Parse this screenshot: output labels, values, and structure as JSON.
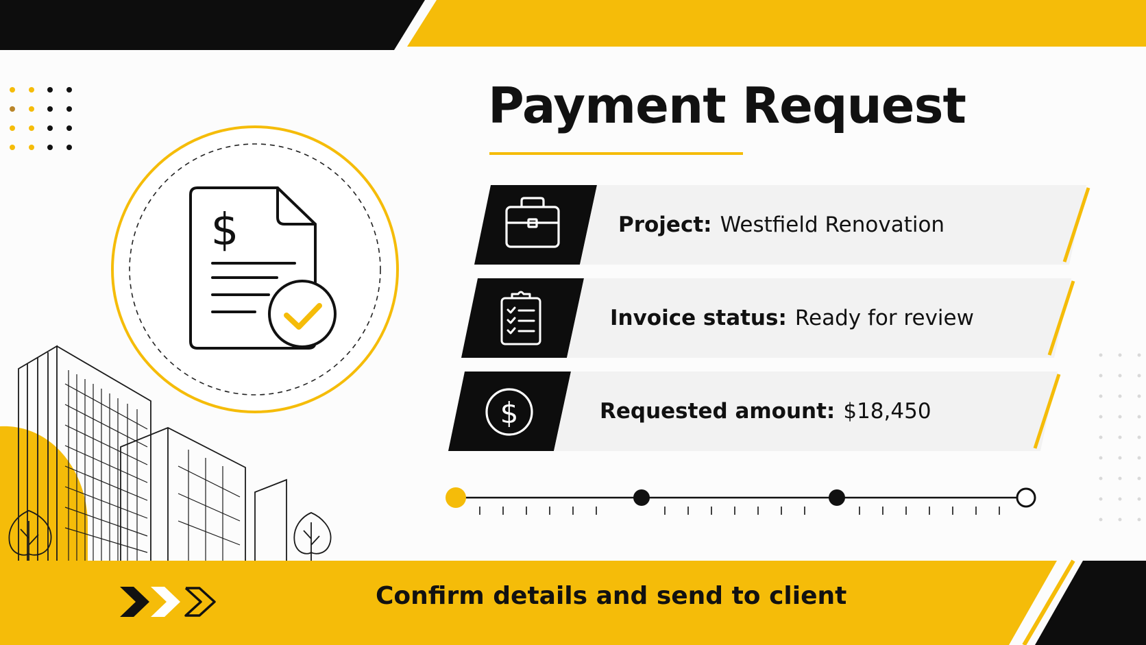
{
  "title": "Payment Request",
  "details": [
    {
      "icon": "briefcase-icon",
      "label": "Project:",
      "value": "Westfield Renovation"
    },
    {
      "icon": "clipboard-checklist-icon",
      "label": "Invoice status:",
      "value": "Ready for review"
    },
    {
      "icon": "dollar-circle-icon",
      "label": "Requested amount:",
      "value": "$18,450"
    }
  ],
  "progress": {
    "steps_total": 4,
    "steps_complete": 3
  },
  "cta": {
    "label": "Confirm details and send to client",
    "icon": "chevron-arrows-icon"
  },
  "illustration": {
    "document_symbol": "$"
  },
  "colors": {
    "accent": "#f5bc09",
    "dark": "#0d0d0d",
    "row_bg": "#f2f2f2"
  }
}
